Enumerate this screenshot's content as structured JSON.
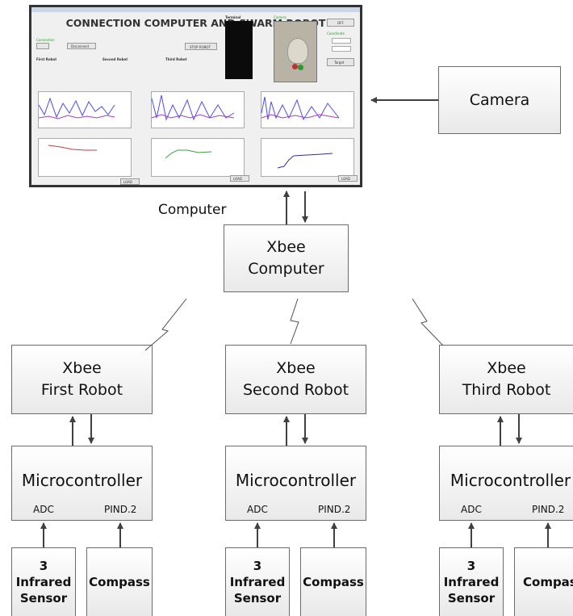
{
  "screenshot": {
    "title": "CONNECTION COMPUTER AND SWARM ROBOT",
    "stop_button": "STOP ROBOT",
    "disconnect_button": "Disconnect",
    "off_button": "OFF",
    "target_button": "Target",
    "load_button": "LOAD",
    "section_connection": "Connection",
    "section_terminal": "Terminal",
    "section_camera": "Camera",
    "section_coordinate": "Coordinate",
    "robots": [
      "First Robot",
      "Second Robot",
      "Third Robot"
    ]
  },
  "camera": {
    "label": "Camera"
  },
  "computer": {
    "label": "Computer"
  },
  "xbee_computer": {
    "line1": "Xbee",
    "line2": "Computer"
  },
  "robots": [
    {
      "xbee_line1": "Xbee",
      "xbee_line2": "First Robot",
      "micro": "Microcontroller",
      "adc": "ADC",
      "pind": "PIND.2",
      "sensor_line1": "3",
      "sensor_line2": "Infrared",
      "sensor_line3": "Sensor",
      "compass": "Compass"
    },
    {
      "xbee_line1": "Xbee",
      "xbee_line2": "Second Robot",
      "micro": "Microcontroller",
      "adc": "ADC",
      "pind": "PIND.2",
      "sensor_line1": "3",
      "sensor_line2": "Infrared",
      "sensor_line3": "Sensor",
      "compass": "Compass"
    },
    {
      "xbee_line1": "Xbee",
      "xbee_line2": "Third Robot",
      "micro": "Microcontroller",
      "adc": "ADC",
      "pind": "PIND.2",
      "sensor_line1": "3",
      "sensor_line2": "Infrared",
      "sensor_line3": "Sensor",
      "compass": "Compass"
    }
  ],
  "colors": {
    "arrow": "#404040",
    "box_border": "#6b6b6b",
    "terminal_text": "#35d035",
    "plot_blue": "#4b4bff",
    "plot_purple": "#a040c0"
  }
}
